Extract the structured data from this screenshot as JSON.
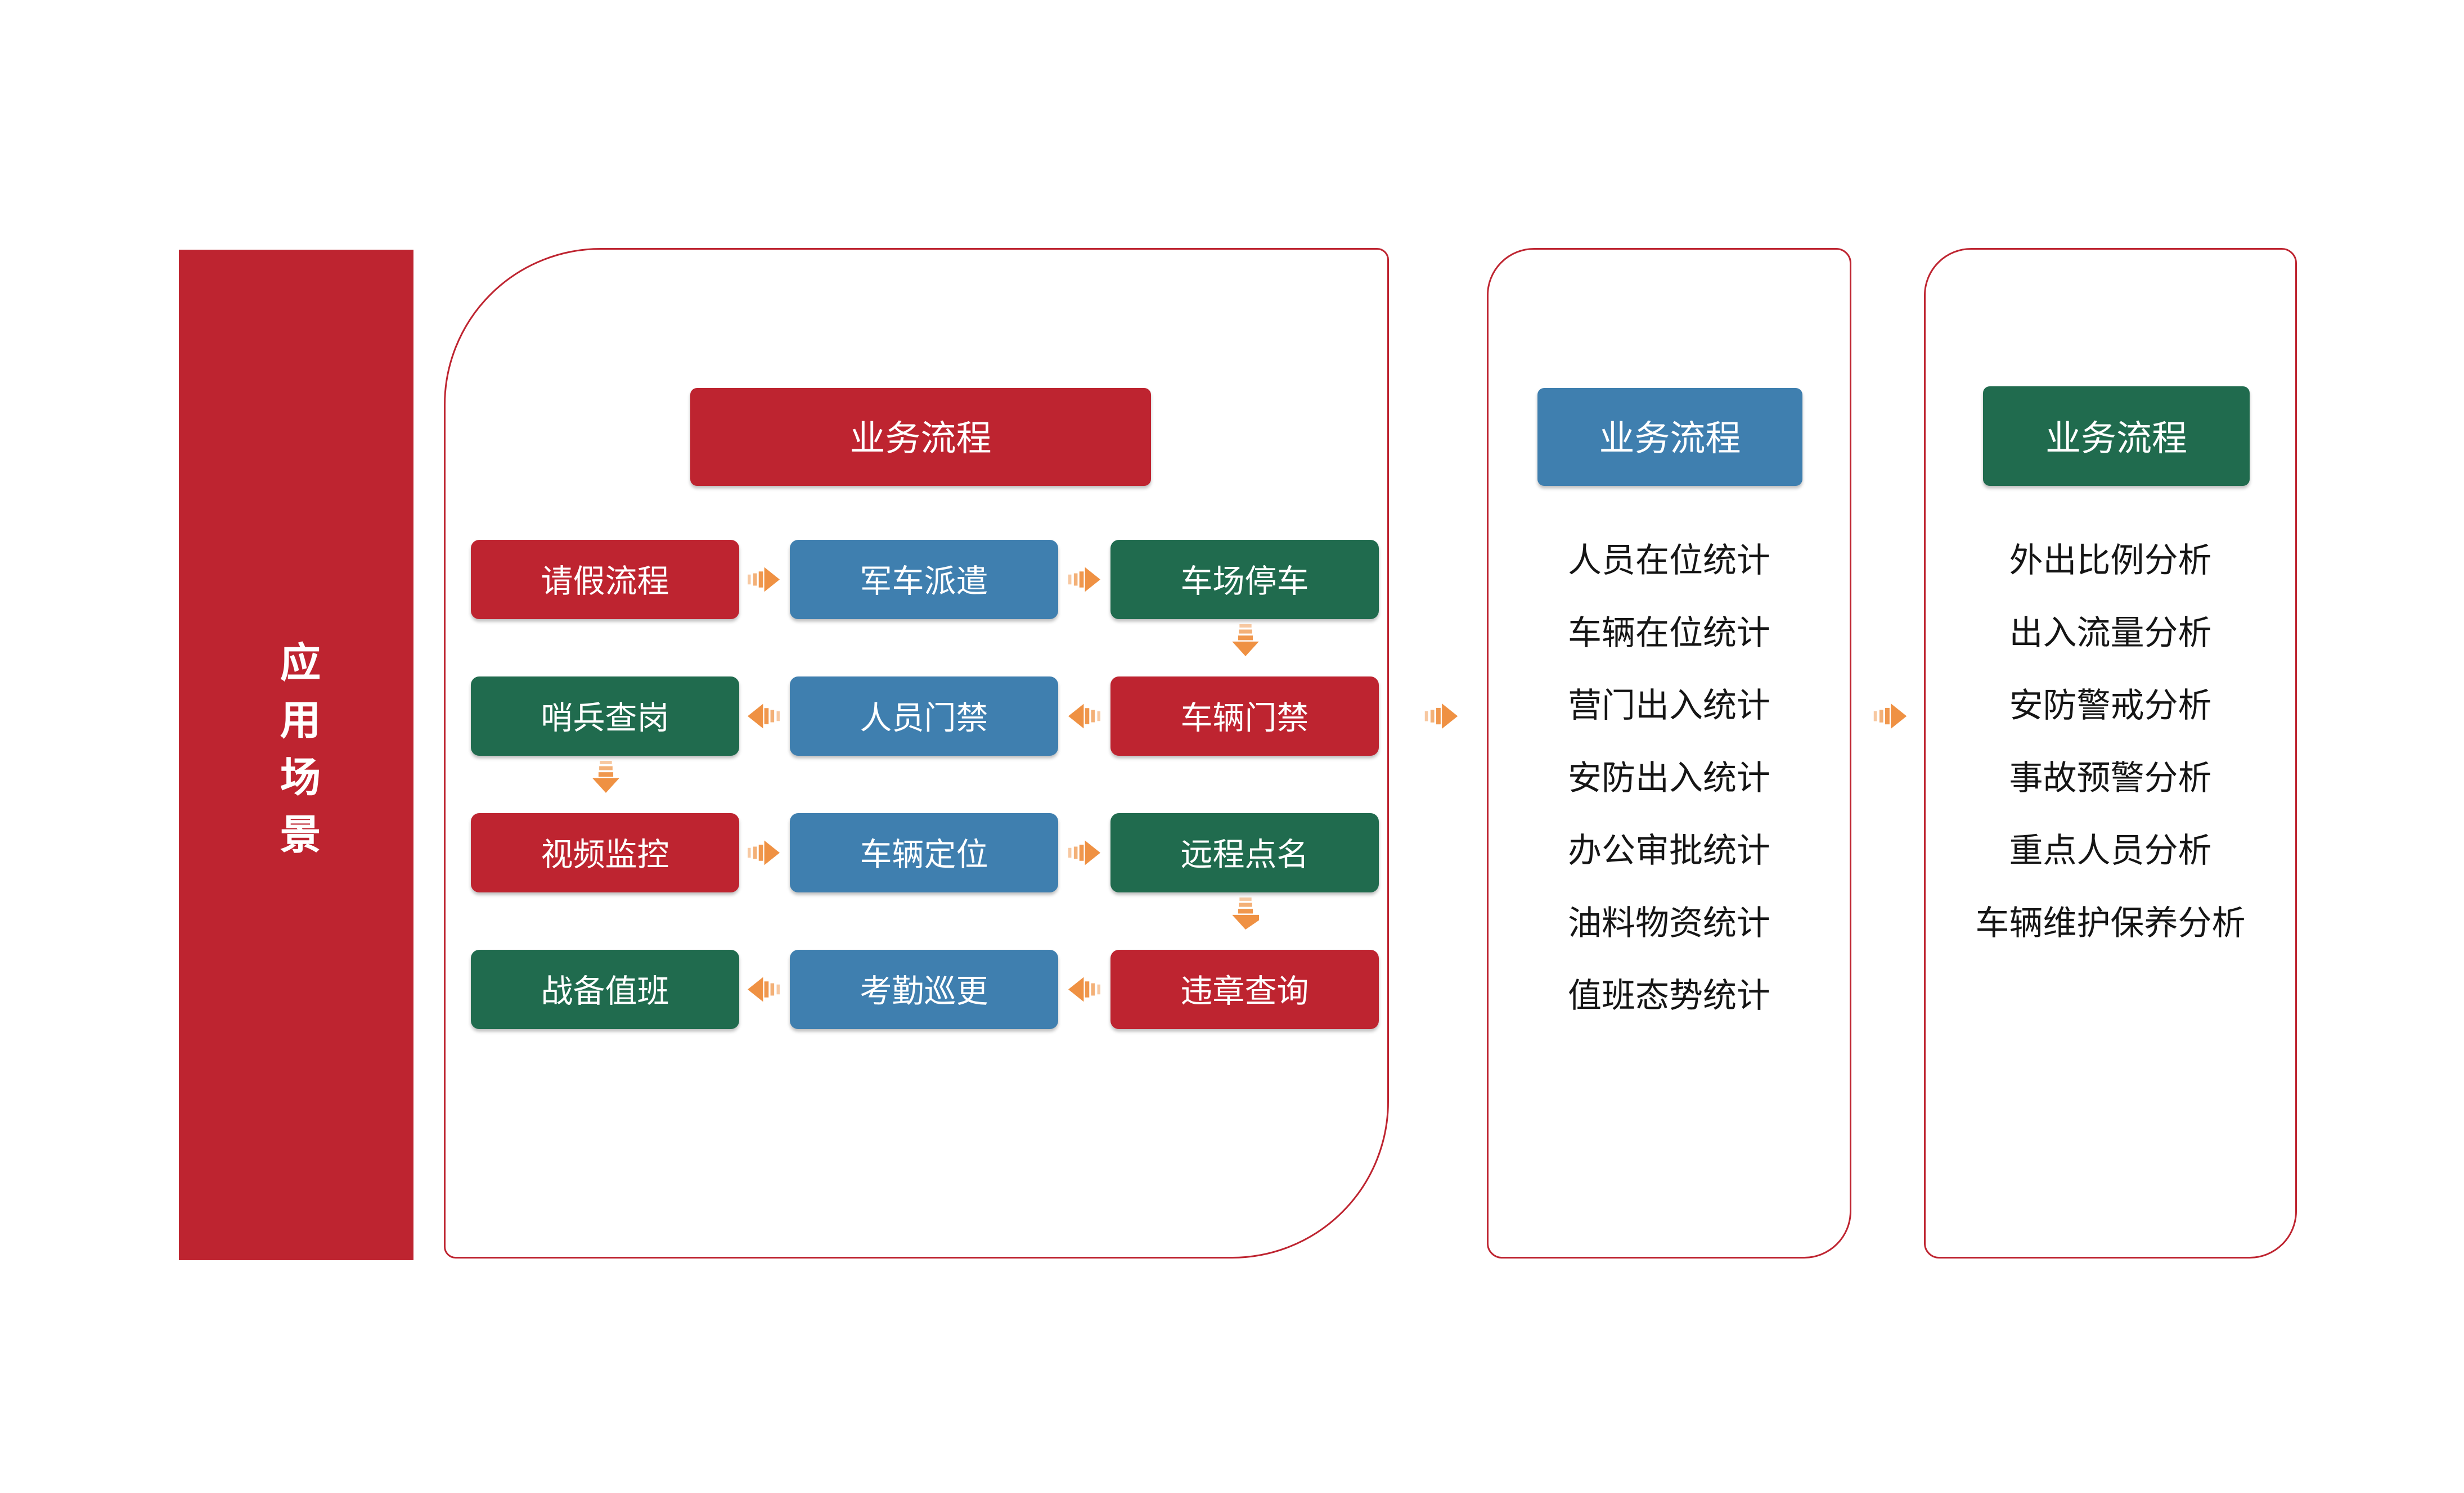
{
  "colors": {
    "red": "#BE2430",
    "blue": "#3F7FAF",
    "green": "#206B4E",
    "orange": "#EF9143",
    "border": "#BE2430",
    "text-light": "#FFFFFF",
    "text-dark": "#151515",
    "bg": "#FFFFFF"
  },
  "sidebar": {
    "title": "应用场景",
    "color": "red"
  },
  "process_panel": {
    "header": {
      "label": "业务流程",
      "color": "red"
    },
    "boxes": [
      {
        "label": "请假流程",
        "color": "red"
      },
      {
        "label": "军车派遣",
        "color": "blue"
      },
      {
        "label": "车场停车",
        "color": "green"
      },
      {
        "label": "哨兵查岗",
        "color": "green"
      },
      {
        "label": "人员门禁",
        "color": "blue"
      },
      {
        "label": "车辆门禁",
        "color": "red"
      },
      {
        "label": "视频监控",
        "color": "red"
      },
      {
        "label": "车辆定位",
        "color": "blue"
      },
      {
        "label": "远程点名",
        "color": "green"
      },
      {
        "label": "战备值班",
        "color": "green"
      },
      {
        "label": "考勤巡更",
        "color": "blue"
      },
      {
        "label": "违章查询",
        "color": "red"
      }
    ]
  },
  "stats_panel": {
    "header": {
      "label": "业务流程",
      "color": "blue"
    },
    "items": [
      "人员在位统计",
      "车辆在位统计",
      "营门出入统计",
      "安防出入统计",
      "办公审批统计",
      "油料物资统计",
      "值班态势统计"
    ]
  },
  "analysis_panel": {
    "header": {
      "label": "业务流程",
      "color": "green"
    },
    "items": [
      "外出比例分析",
      "出入流量分析",
      "安防警戒分析",
      "事故预警分析",
      "重点人员分析",
      "车辆维护保养分析"
    ]
  }
}
